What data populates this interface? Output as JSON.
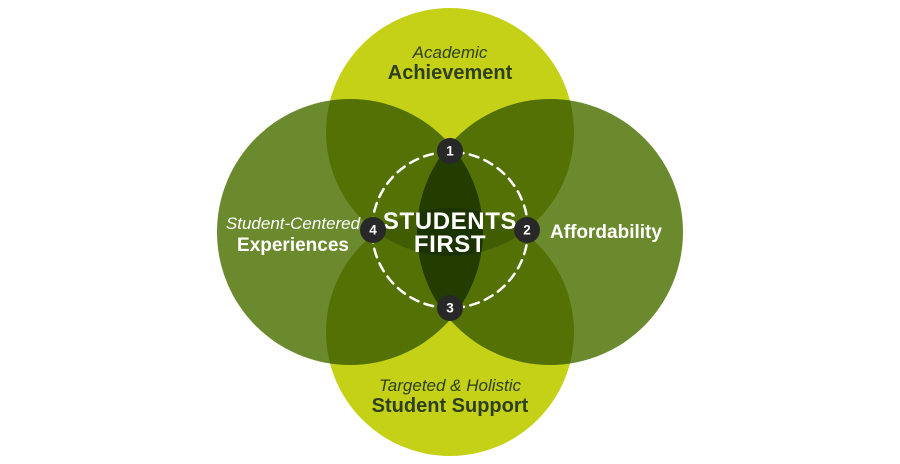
{
  "diagram": {
    "center": {
      "line1": "STUDENTS",
      "line2": "FIRST"
    },
    "circles": {
      "top": {
        "subtitle": "Academic",
        "title": "Achievement"
      },
      "right": {
        "title": "Affordability"
      },
      "bottom": {
        "subtitle": "Targeted & Holistic",
        "title": "Student Support"
      },
      "left": {
        "subtitle": "Student-Centered",
        "title": "Experiences"
      }
    },
    "badges": [
      {
        "number": "1"
      },
      {
        "number": "2"
      },
      {
        "number": "3"
      },
      {
        "number": "4"
      }
    ],
    "colors": {
      "lime": "#c5d117",
      "olive": "#6b8a2e",
      "badge_bg": "#282828",
      "badge_text": "#ffffff",
      "dark_text": "#2e3f1e",
      "light_text": "#ffffff",
      "dash": "#ffffff"
    }
  }
}
